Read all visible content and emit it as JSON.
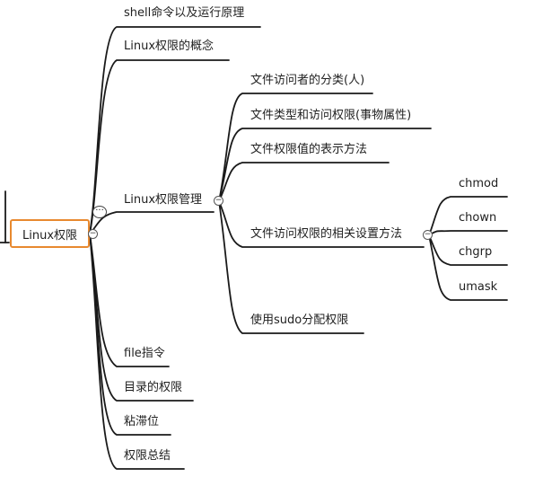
{
  "root": {
    "label": "Linux权限"
  },
  "level1": [
    {
      "label": "shell命令以及运行原理"
    },
    {
      "label": "Linux权限的概念"
    },
    {
      "label": "Linux权限管理"
    },
    {
      "label": "file指令"
    },
    {
      "label": "目录的权限"
    },
    {
      "label": "粘滞位"
    },
    {
      "label": "权限总结"
    }
  ],
  "management": [
    {
      "label": "文件访问者的分类(人)"
    },
    {
      "label": "文件类型和访问权限(事物属性)"
    },
    {
      "label": "文件权限值的表示方法"
    },
    {
      "label": "文件访问权限的相关设置方法"
    },
    {
      "label": "使用sudo分配权限"
    }
  ],
  "settings": [
    {
      "label": "chmod"
    },
    {
      "label": "chown"
    },
    {
      "label": "chgrp"
    },
    {
      "label": "umask"
    }
  ],
  "toggle_glyph": "−",
  "more_glyph": "···",
  "colors": {
    "root_border": "#e8892f",
    "edge": "#1a1a1a"
  }
}
